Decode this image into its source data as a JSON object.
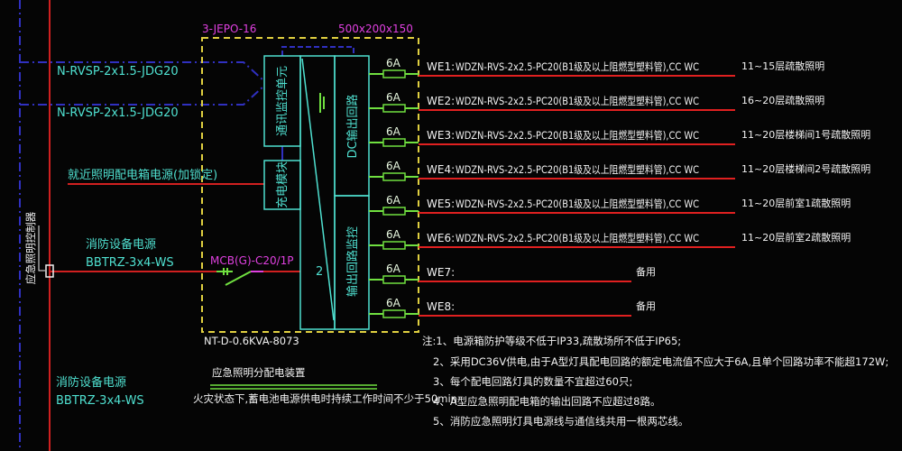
{
  "panel": {
    "id": "3-JEPO-16",
    "size": "500x200x150",
    "model": "NT-D-0.6KVA-8073"
  },
  "inputs": {
    "signal1": "N-RVSP-2x1.5-JDG20",
    "signal2": "N-RVSP-2x1.5-JDG20",
    "nearby_power": "就近照明配电箱电源(加锁定)",
    "fire_power_label": "消防设备电源",
    "fire_power_cable": "BBTRZ-3x4-WS",
    "fire_power_label2": "消防设备电源",
    "fire_power_cable2": "BBTRZ-3x4-WS",
    "vertical_label": "应急照明控制器",
    "breaker": "MCB(G)-C20/1P"
  },
  "modules": {
    "comm": "通讯监控单元",
    "charger": "充电模块",
    "dc_out": "DC输出回路",
    "monitor": "输出回路监控",
    "marker": "2"
  },
  "circuits": [
    {
      "fuse": "6A",
      "id": "WE1:",
      "cable": "WDZN-RVS-2x2.5-PC20(B1级及以上阻燃型塑料管),CC WC",
      "desc": "11~15层疏散照明"
    },
    {
      "fuse": "6A",
      "id": "WE2:",
      "cable": "WDZN-RVS-2x2.5-PC20(B1级及以上阻燃型塑料管),CC WC",
      "desc": "16~20层疏散照明"
    },
    {
      "fuse": "6A",
      "id": "WE3:",
      "cable": "WDZN-RVS-2x2.5-PC20(B1级及以上阻燃型塑料管),CC WC",
      "desc": "11~20层楼梯间1号疏散照明"
    },
    {
      "fuse": "6A",
      "id": "WE4:",
      "cable": "WDZN-RVS-2x2.5-PC20(B1级及以上阻燃型塑料管),CC WC",
      "desc": "11~20层楼梯间2号疏散照明"
    },
    {
      "fuse": "6A",
      "id": "WE5:",
      "cable": "WDZN-RVS-2x2.5-PC20(B1级及以上阻燃型塑料管),CC WC",
      "desc": "11~20层前室1疏散照明"
    },
    {
      "fuse": "6A",
      "id": "WE6:",
      "cable": "WDZN-RVS-2x2.5-PC20(B1级及以上阻燃型塑料管),CC WC",
      "desc": "11~20层前室2疏散照明"
    },
    {
      "fuse": "6A",
      "id": "WE7:",
      "cable": "",
      "desc": "备用"
    },
    {
      "fuse": "6A",
      "id": "WE8:",
      "cable": "",
      "desc": "备用"
    }
  ],
  "title": "应急照明分配电装置",
  "subtitle": "火灾状态下,蓄电池电源供电时持续工作时间不少于50min",
  "notes": [
    "注:1、电源箱防护等级不低于IP33,疏散场所不低于IP65;",
    "2、采用DC36V供电,由于A型灯具配电回路的额定电流值不应大于6A,且单个回路功率不能超172W;",
    "3、每个配电回路灯具的数量不宜超过60只;",
    "4、A型应急照明配电箱的输出回路不应超过8路。",
    "5、消防应急照明灯具电源线与通信线共用一根两芯线。"
  ],
  "colors": {
    "red": "#e02020",
    "cyan": "#4fe0d0",
    "yellow": "#e0d040",
    "blue": "#3030c0",
    "green": "#70e040",
    "magenta": "#e040e0"
  }
}
